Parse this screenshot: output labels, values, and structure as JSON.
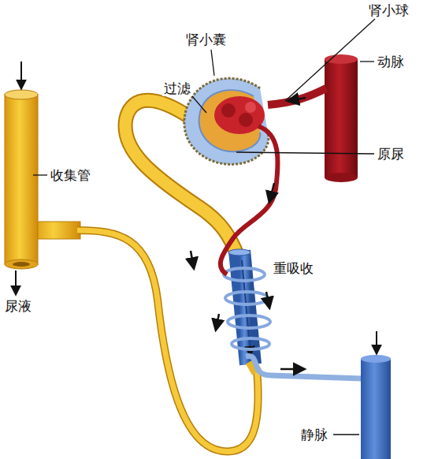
{
  "diagram": {
    "labels": [
      "肾小球",
      "肾小囊",
      "动脉",
      "过滤",
      "原尿",
      "收集管",
      "重吸收",
      "尿液",
      "静脉"
    ]
  }
}
